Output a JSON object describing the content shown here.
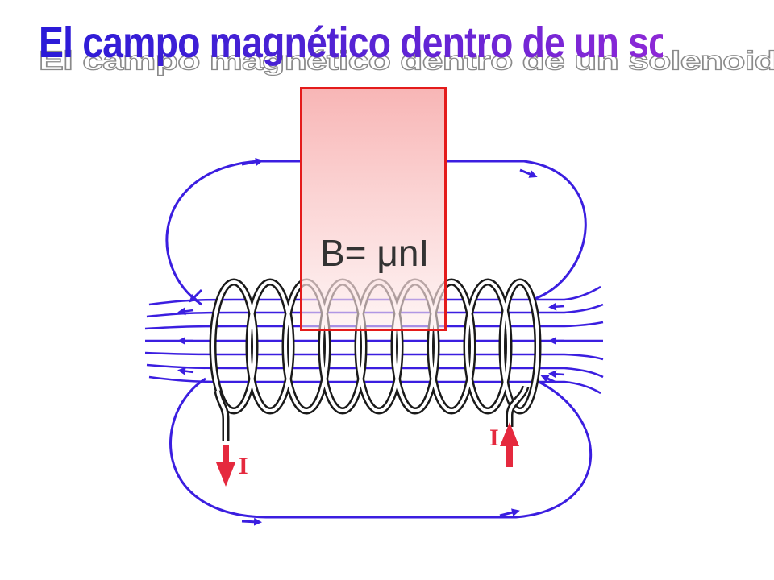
{
  "title": "El campo magnético dentro de un solenoide",
  "formula": "B= μnI",
  "current_label_left": "I",
  "current_label_right": "I",
  "colors": {
    "field_lines": "#3b1ee0",
    "title_start": "#2a1ad8",
    "title_end": "#8d28d6",
    "formula_border": "#e41b1b",
    "current_arrow": "#e5293e"
  }
}
